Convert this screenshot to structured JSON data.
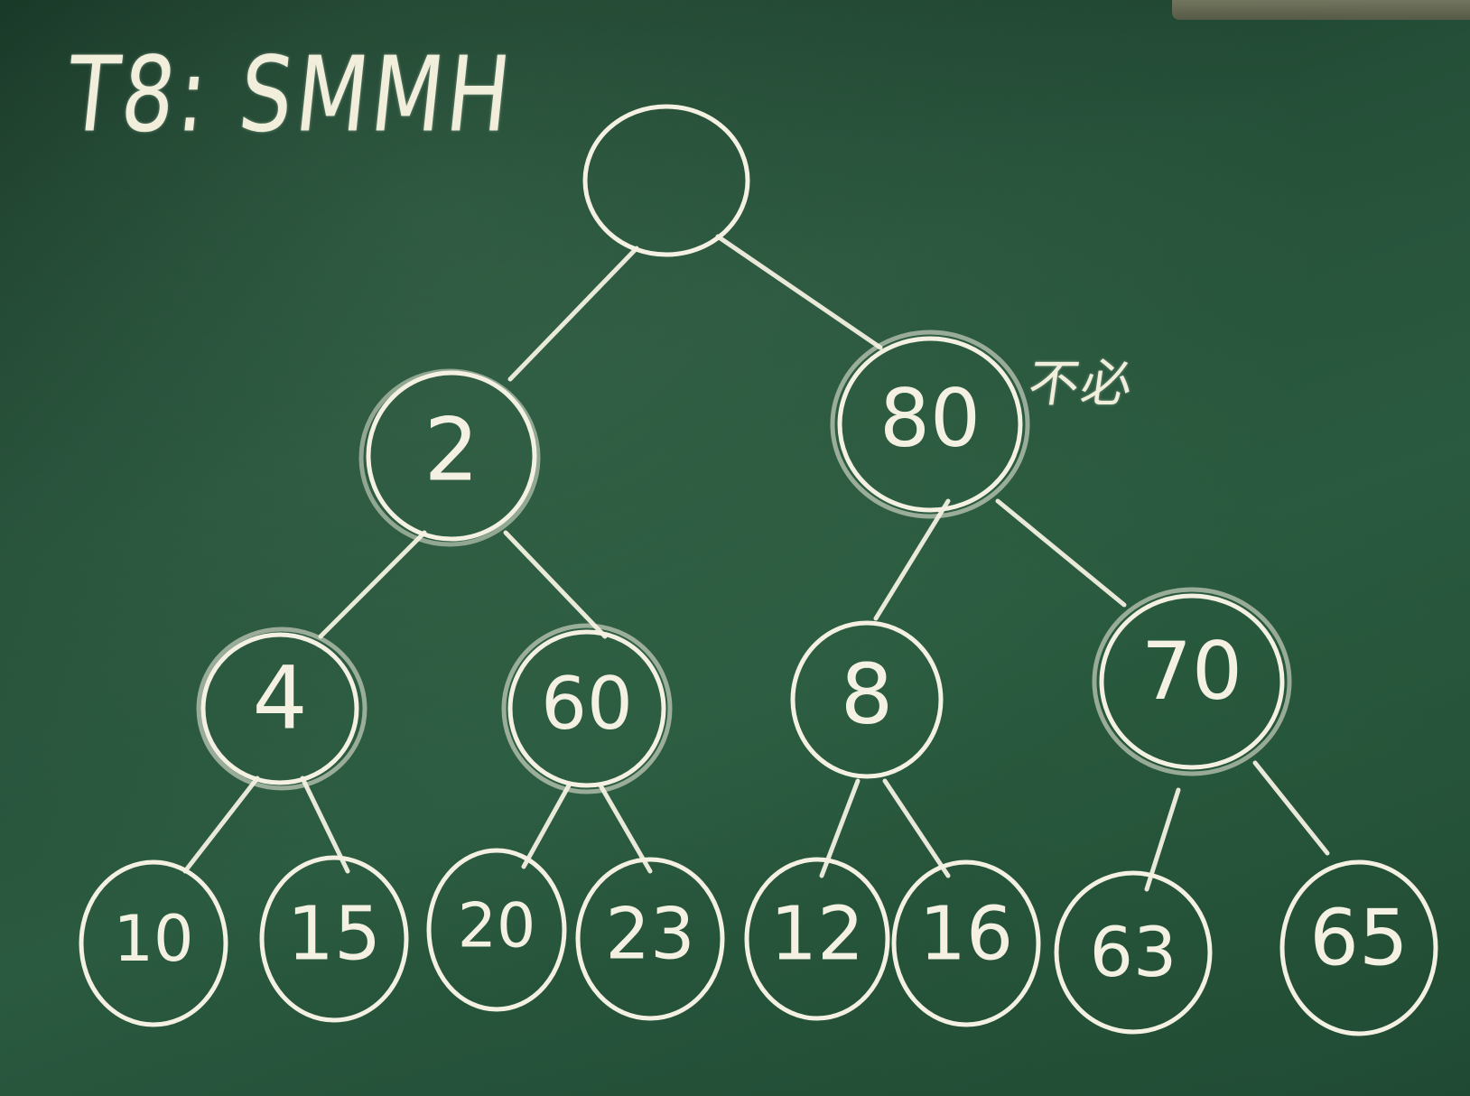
{
  "title": "T8: SMMH",
  "side_note": "不必",
  "tree": {
    "root": "",
    "level1": [
      "2",
      "80"
    ],
    "level2": [
      "4",
      "60",
      "8",
      "70"
    ],
    "level3": [
      "10",
      "15",
      "20",
      "23",
      "12",
      "16",
      "63",
      "65"
    ]
  },
  "colors": {
    "board": "#2a5a40",
    "chalk": "#f4f1e2"
  }
}
